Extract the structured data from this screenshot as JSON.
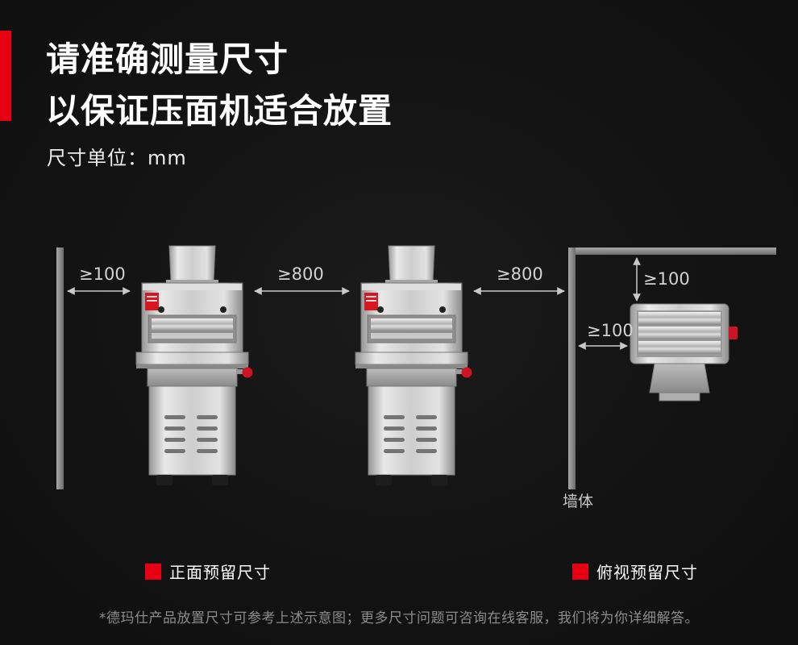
{
  "header": {
    "title_line1": "请准确测量尺寸",
    "title_line2": "以保证压面机适合放置",
    "unit_label": "尺寸单位：mm"
  },
  "diagram": {
    "left_wall_gap": "≥100",
    "machine_gap_1": "≥800",
    "machine_gap_2": "≥800",
    "top_wall_gap": "≥100",
    "side_wall_gap": "≥100",
    "wall_label": "墙体"
  },
  "legend": {
    "front_view": "正面预留尺寸",
    "top_view": "俯视预留尺寸"
  },
  "footer": {
    "note": "*德玛仕产品放置尺寸可参考上述示意图；更多尺寸问题可咨询在线客服，我们将为你详细解答。"
  },
  "colors": {
    "accent_red": "#e60012",
    "background": "#131313",
    "wall_gray": "#8f8f8f",
    "steel_light": "#e8e8e8",
    "steel_dark": "#8a8a8a"
  }
}
